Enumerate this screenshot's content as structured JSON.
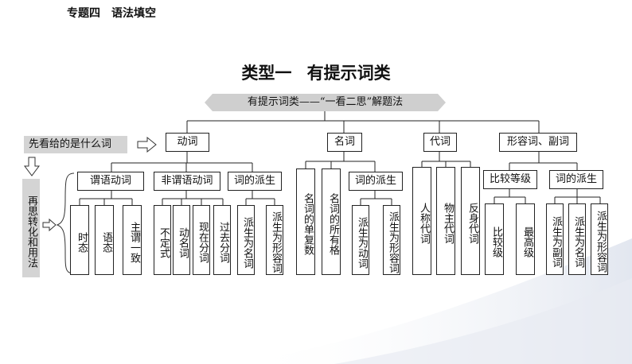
{
  "header": "专题四　语法填空",
  "title": {
    "type": "类型一",
    "name": "有提示词类"
  },
  "banner": "有提示词类——“一看二思”解题法",
  "step1": "先看给的是什么词",
  "step2": "再思转化和用法",
  "categories": [
    "动词",
    "名词",
    "代词",
    "形容词、副词"
  ],
  "verb": {
    "subgroups": [
      "谓语动词",
      "非谓语动词",
      "词的派生"
    ],
    "predicate_items": [
      "时态",
      "语态",
      "主谓一致"
    ],
    "nonfinite_items": [
      "不定式",
      "动名词",
      "现在分词",
      "过去分词"
    ],
    "derivation_items": [
      "派生为名词",
      "派生为形容词"
    ]
  },
  "noun": {
    "items": [
      "名词的单复数",
      "名词的所有格"
    ],
    "subgroup": "词的派生",
    "derivation_items": [
      "派生为动词",
      "派生为形容词"
    ]
  },
  "pronoun": {
    "items": [
      "人称代词",
      "物主代词",
      "反身代词"
    ]
  },
  "adj_adv": {
    "subgroups": [
      "比较等级",
      "词的派生"
    ],
    "comparison_items": [
      "比较级",
      "最高级"
    ],
    "derivation_items": [
      "派生为副词",
      "派生为名词",
      "派生为形容词"
    ]
  },
  "colors": {
    "banner": "#cfcfcf",
    "gray_box": "#d4d4d4",
    "line": "#222222"
  }
}
